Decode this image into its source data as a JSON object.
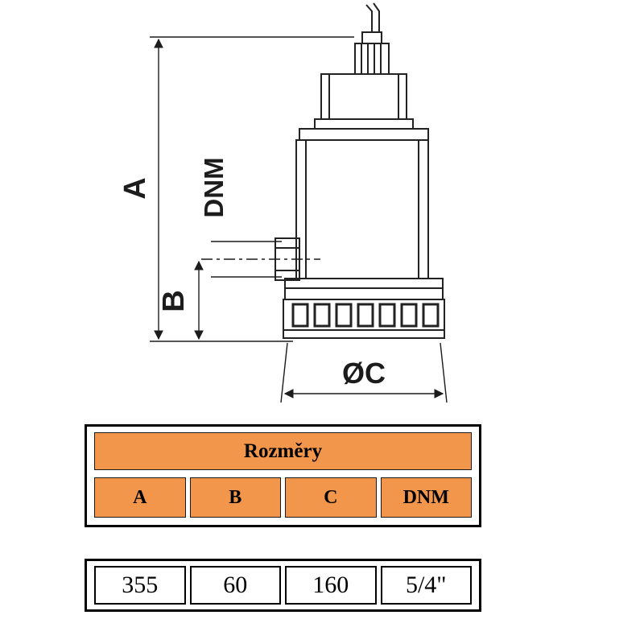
{
  "diagram": {
    "dim_a_label": "A",
    "dim_b_label": "B",
    "dim_dnm_label": "DNM",
    "dim_c_label": "ØC"
  },
  "dimensions_table": {
    "title": "Rozměry",
    "columns": [
      "A",
      "B",
      "C",
      "DNM"
    ]
  },
  "values_table": {
    "values": [
      "355",
      "60",
      "160",
      "5/4\""
    ]
  },
  "colors": {
    "table_orange": "#F2964B",
    "line_color": "#1c1c1c"
  }
}
